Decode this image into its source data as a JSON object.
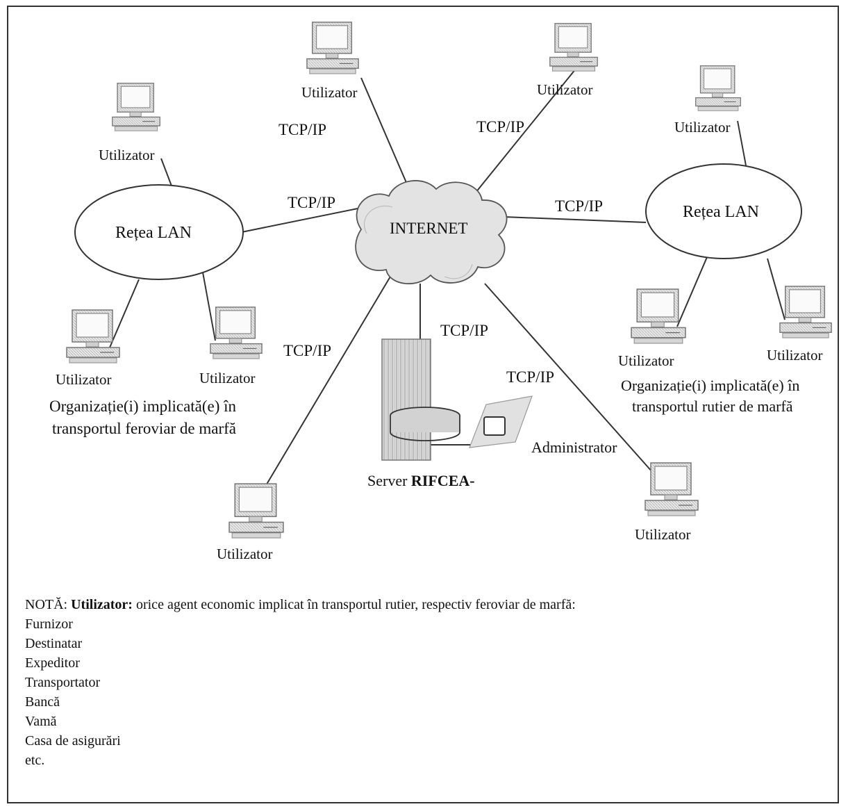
{
  "network": {
    "cloud_label": "INTERNET",
    "protocol_label": "TCP/IP",
    "lan_label": "Rețea LAN",
    "user_label": "Utilizator",
    "admin_label": "Administrator",
    "server_label_prefix": "Server ",
    "server_label_bold": "RIFCEA-"
  },
  "orgs": {
    "rail_line1": "Organizație(i) implicată(e) în",
    "rail_line2": "transportul feroviar de marfă",
    "road_line1": "Organizație(i) implicată(e) în",
    "road_line2": "transportul rutier de marfă"
  },
  "note": {
    "prefix": "NOTĂ: ",
    "term": "Utilizator:",
    "text": " orice agent economic implicat în transportul rutier, respectiv feroviar de marfă:",
    "items": [
      "Furnizor",
      "Destinatar",
      "Expeditor",
      "Transportator",
      "Bancă",
      "Vamă",
      "Casa de asigurări",
      "etc."
    ]
  }
}
